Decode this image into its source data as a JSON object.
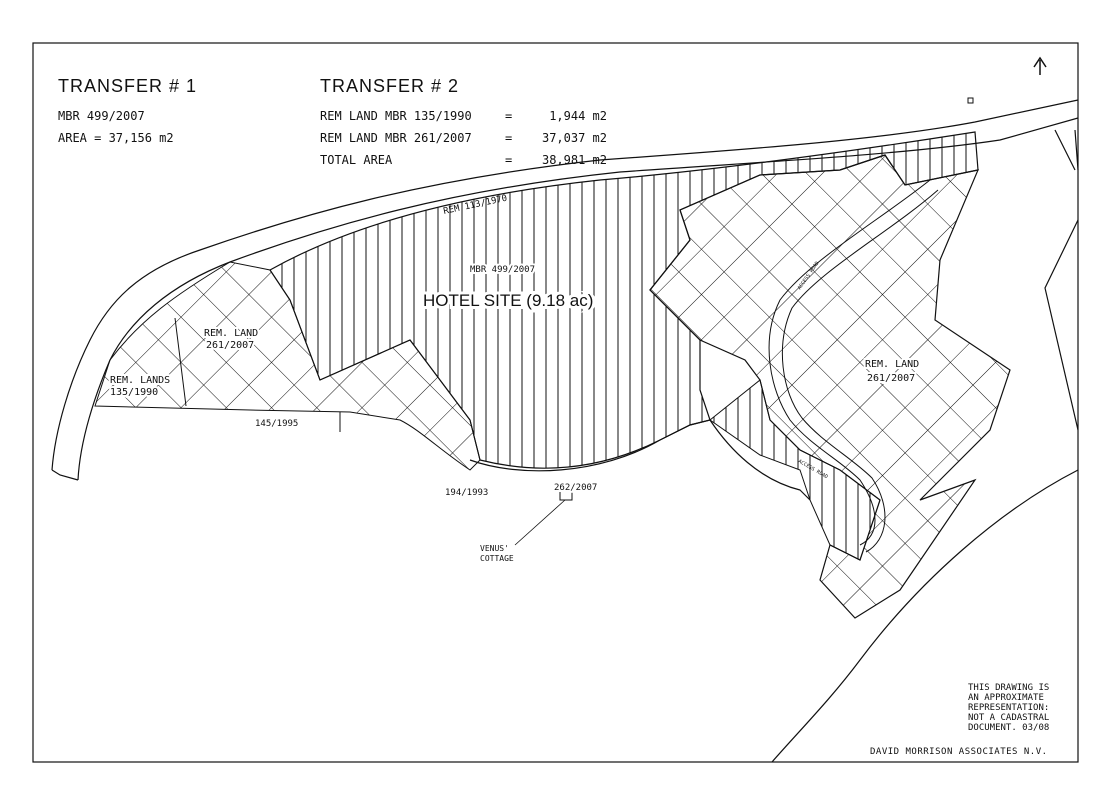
{
  "transfer1": {
    "title": "TRANSFER # 1",
    "lines": [
      "MBR 499/2007",
      "AREA = 37,156 m2"
    ]
  },
  "transfer2": {
    "title": "TRANSFER # 2",
    "rows": [
      {
        "label": "REM LAND MBR 135/1990",
        "eq": "=",
        "value": "1,944 m2"
      },
      {
        "label": "REM LAND MBR 261/2007",
        "eq": "=",
        "value": "37,037 m2"
      },
      {
        "label": "TOTAL AREA",
        "eq": "=",
        "value": "38,981 m2"
      }
    ]
  },
  "map_labels": {
    "road": "REM 113/1970",
    "parcel_mbr": "MBR 499/2007",
    "hotel_site": "HOTEL SITE (9.18 ac)",
    "rem_land_left_1": "REM. LAND",
    "rem_land_left_2": "261/2007",
    "rem_lands_1": "REM. LANDS",
    "rem_lands_2": "135/1990",
    "parcel_145": "145/1995",
    "parcel_194": "194/1993",
    "parcel_262": "262/2007",
    "venus_1": "VENUS'",
    "venus_2": "COTTAGE",
    "rem_land_right_1": "REM. LAND",
    "rem_land_right_2": "261/2007",
    "access_road_1": "ACCESS ROAD",
    "access_road_2": "ACCESS ROAD"
  },
  "north_arrow": "north-arrow-icon",
  "disclaimer": [
    "THIS DRAWING IS",
    "AN APPROXIMATE",
    "REPRESENTATION:",
    "NOT A CADASTRAL",
    "DOCUMENT. 03/08"
  ],
  "firm": "DAVID MORRISON ASSOCIATES N.V."
}
